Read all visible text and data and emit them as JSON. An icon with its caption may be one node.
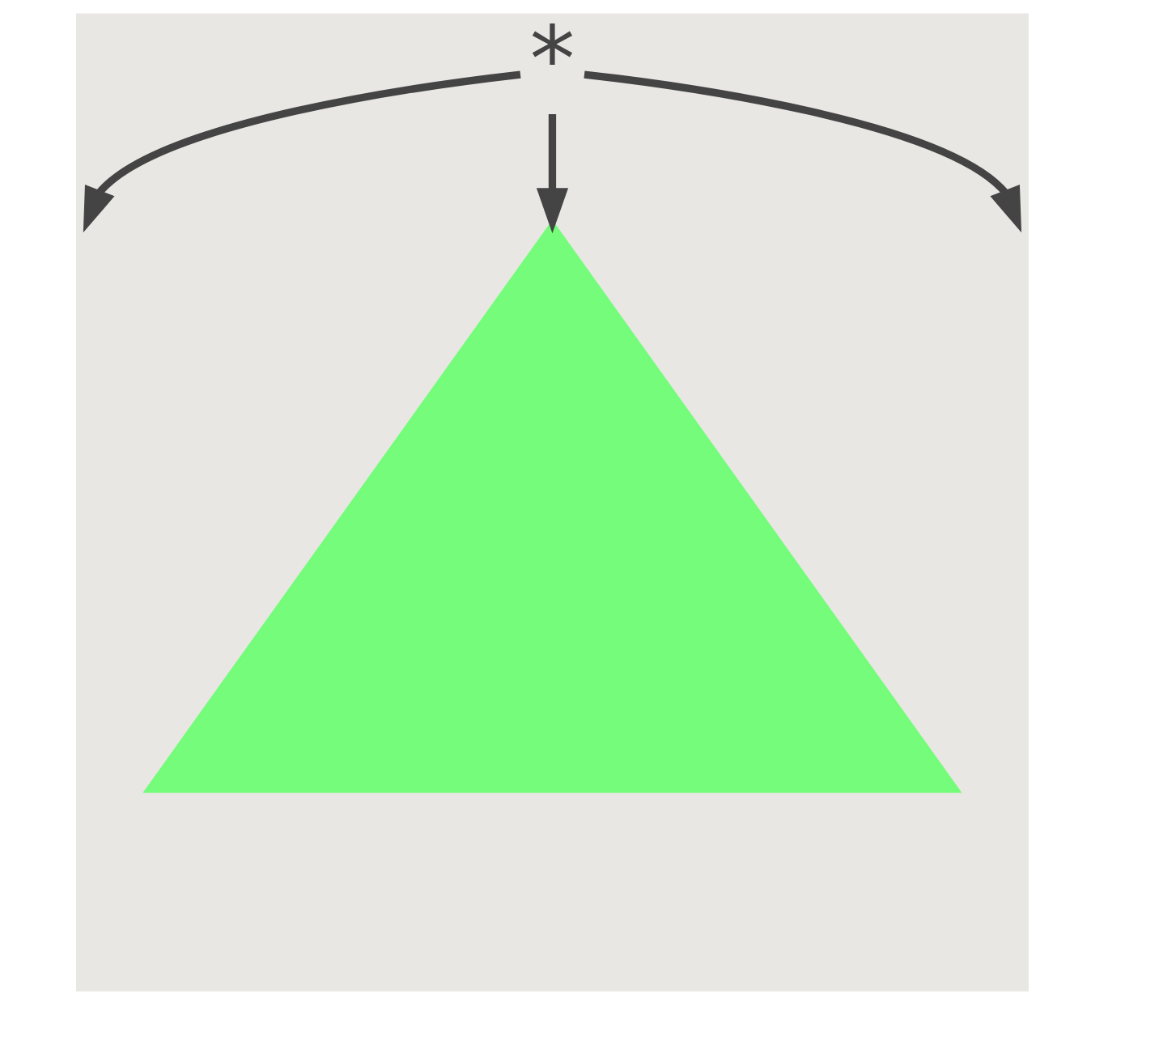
{
  "diagram": {
    "nodes": [
      {
        "text": [
          "*"
        ]
      },
      {
        "text": [],
        "shape": "triangle"
      }
    ],
    "edges": [
      {
        "from": 0,
        "to": null,
        "arrow": "to"
      },
      {
        "from": 0,
        "to": 1,
        "arrow": "to"
      },
      {
        "from": 0,
        "to": null,
        "arrow": "to"
      }
    ]
  }
}
